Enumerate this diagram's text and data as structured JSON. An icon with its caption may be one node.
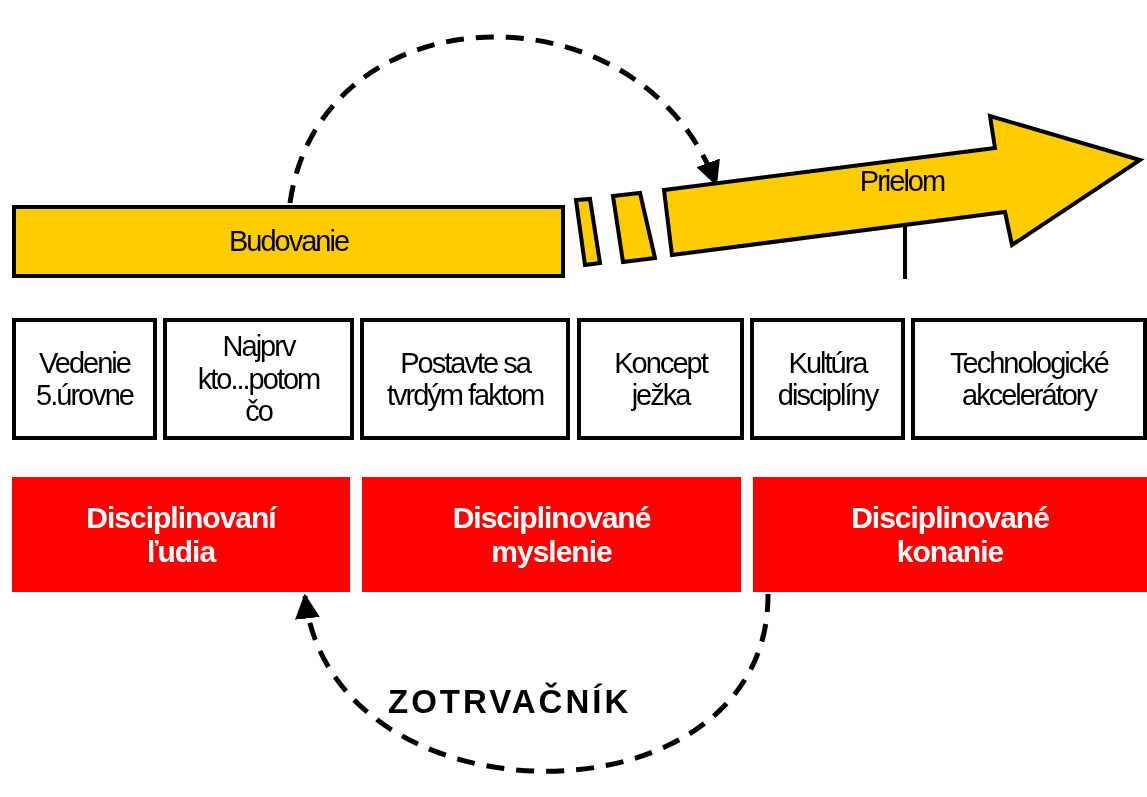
{
  "diagram": {
    "nodes": [
      {
        "text": [
          "Budovanie"
        ]
      },
      {
        "text": [],
        "shape": "bar"
      },
      {
        "text": [],
        "shape": "bar"
      },
      {
        "text": [
          "Prielom"
        ]
      },
      {
        "text": [
          "Vedenie 5.úrovne"
        ]
      },
      {
        "text": [
          "Najprv kto...potom čo"
        ]
      },
      {
        "text": [
          "Postavte sa tvrdým faktom"
        ]
      },
      {
        "text": [
          "Koncept ježka"
        ]
      },
      {
        "text": [
          "Kultúra disciplíny"
        ]
      },
      {
        "text": [
          "Technologické akcelerátory"
        ]
      },
      {
        "text": [
          "Disciplinovaní ľudia"
        ]
      },
      {
        "text": [
          "Disciplinované myslenie"
        ]
      },
      {
        "text": [
          "Disciplinované konanie"
        ]
      }
    ],
    "edges": [
      {
        "from": 0,
        "to": 3,
        "arrow": "to",
        "style": "dashed"
      },
      {
        "from": 12,
        "to": 10,
        "arrow": "to",
        "style": "dashed"
      }
    ],
    "labels": [
      "ZOTRVAČNÍK"
    ]
  }
}
